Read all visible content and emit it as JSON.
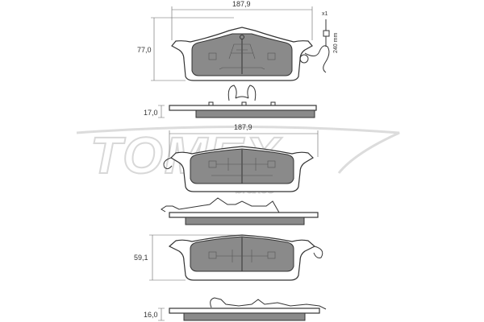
{
  "watermark": {
    "brand": "TOMEX",
    "sub": "brakes"
  },
  "dimensions": {
    "width_top": "187,9",
    "height_top": "77,0",
    "thickness_top": "17,0",
    "width_mid": "187,9",
    "height_bottom": "59,1",
    "thickness_bottom": "16,0"
  },
  "sensor": {
    "quantity": "x1",
    "length": "240 mm"
  }
}
